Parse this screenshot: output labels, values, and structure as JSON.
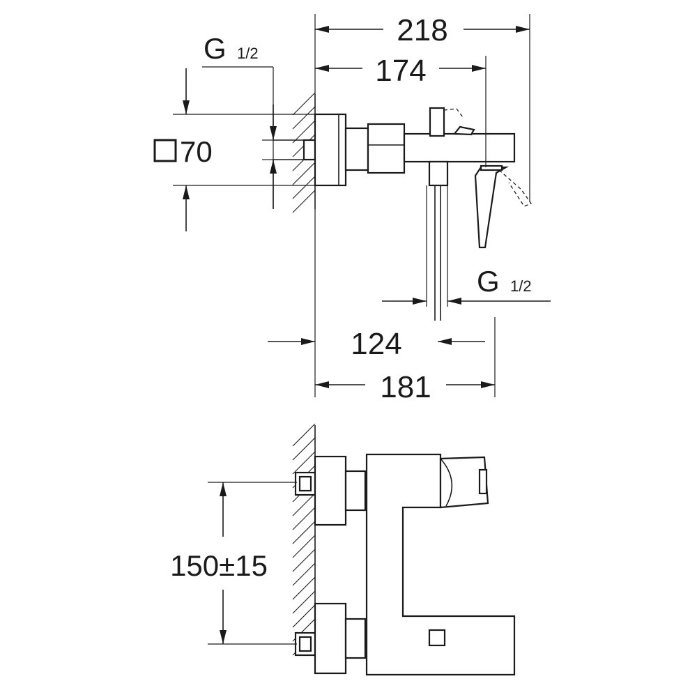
{
  "dimensions": {
    "overall_depth": "218",
    "body_depth": "174",
    "spout_depth": "124",
    "lever_depth": "181",
    "inlet_thread_top": "G",
    "inlet_thread_top_fraction": "1/2",
    "outlet_thread": "G",
    "outlet_thread_fraction": "1/2",
    "escutcheon_size": "70",
    "centre_distance": "150±15"
  },
  "colors": {
    "line": "#1a1a1a",
    "background": "#ffffff"
  }
}
